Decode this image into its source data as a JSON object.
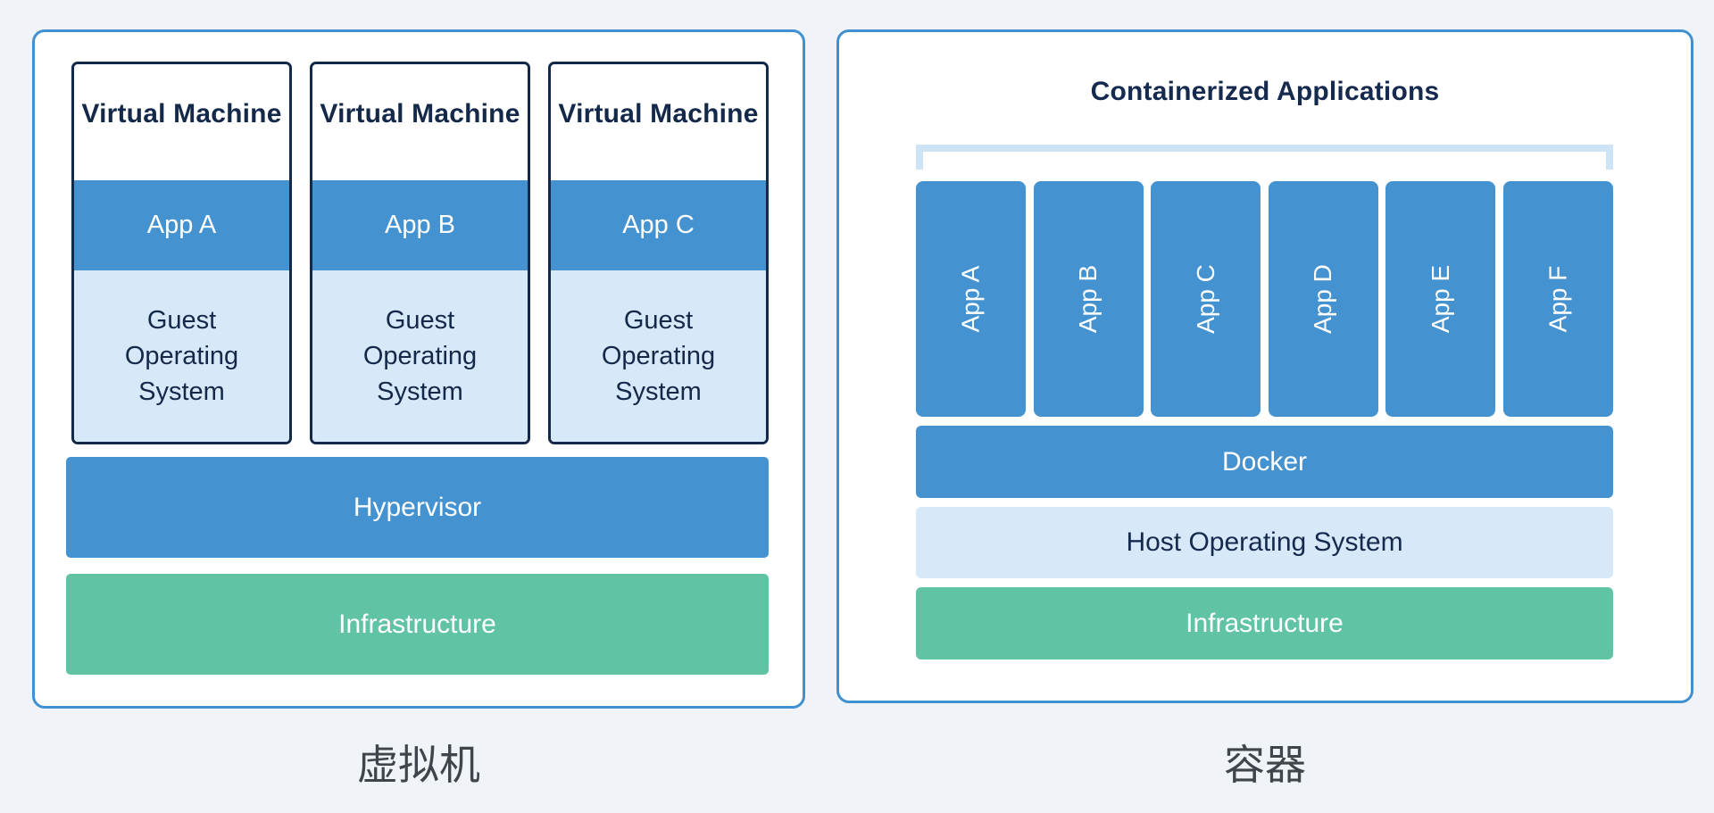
{
  "colors": {
    "background": "#f0f3f7",
    "panel_border_blue": "#4191d0",
    "primary_blue": "#4592d0",
    "light_blue": "#d7e9f9",
    "green": "#5fc3a4",
    "navy_text": "#152a4e",
    "bracket_light_blue": "#cde3f6",
    "caption_gray": "#3f454b"
  },
  "left_panel": {
    "caption": "虚拟机",
    "vms": [
      {
        "title": "Virtual Machine",
        "app": "App A",
        "guest_os": "Guest Operating System"
      },
      {
        "title": "Virtual Machine",
        "app": "App B",
        "guest_os": "Guest Operating System"
      },
      {
        "title": "Virtual Machine",
        "app": "App C",
        "guest_os": "Guest Operating System"
      }
    ],
    "hypervisor_label": "Hypervisor",
    "infrastructure_label": "Infrastructure"
  },
  "right_panel": {
    "caption": "容器",
    "title": "Containerized Applications",
    "apps": [
      "App A",
      "App B",
      "App C",
      "App D",
      "App E",
      "App F"
    ],
    "docker_label": "Docker",
    "host_os_label": "Host Operating System",
    "infrastructure_label": "Infrastructure"
  }
}
